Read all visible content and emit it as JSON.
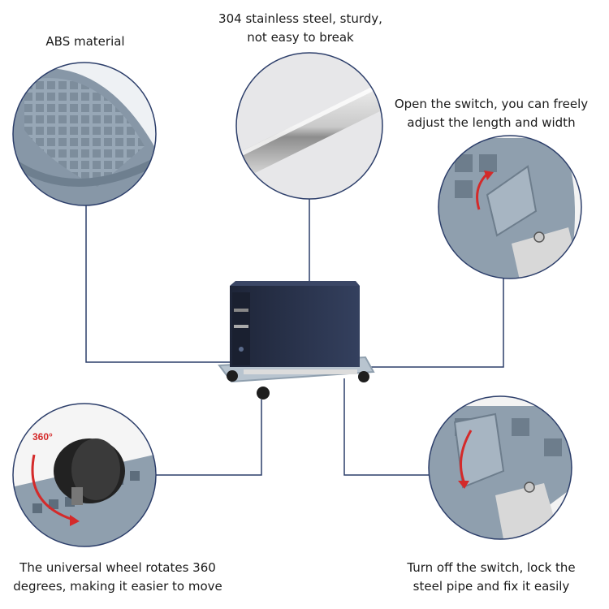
{
  "callouts": {
    "abs": {
      "lines": [
        "ABS material"
      ]
    },
    "steel": {
      "lines": [
        "304 stainless steel, sturdy,",
        "not easy to break"
      ]
    },
    "open_switch": {
      "lines": [
        "Open the switch, you can freely",
        "adjust the length and width"
      ]
    },
    "wheel": {
      "lines": [
        "The universal wheel rotates 360",
        "degrees, making it easier to move"
      ],
      "badge": "360°"
    },
    "lock_switch": {
      "lines": [
        "Turn off the switch, lock the",
        "steel pipe and fix it easily"
      ]
    }
  },
  "colors": {
    "leader_line": "#2c3e6a",
    "circle_border": "#2c3e6a",
    "plastic_gray": "#8f9fae",
    "arrow_red": "#d42a2a",
    "pc_body": "#2b3650"
  }
}
